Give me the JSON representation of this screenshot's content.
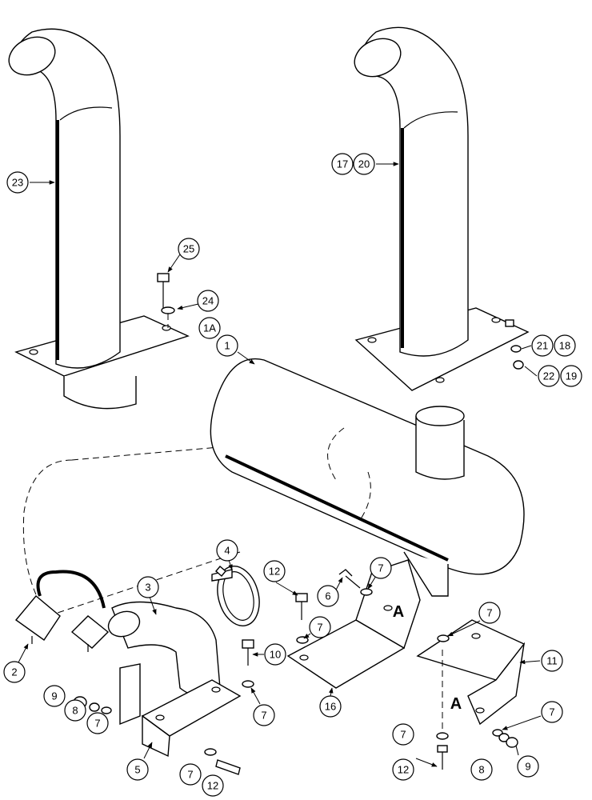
{
  "callouts": [
    "1",
    "1A",
    "2",
    "3",
    "4",
    "5",
    "6",
    "7",
    "8",
    "9",
    "10",
    "11",
    "12",
    "16",
    "17",
    "18",
    "19",
    "20",
    "21",
    "22",
    "23",
    "24",
    "25"
  ],
  "section_marks": [
    "A",
    "A"
  ],
  "colors": {
    "ink": "#000000",
    "paper": "#ffffff"
  }
}
